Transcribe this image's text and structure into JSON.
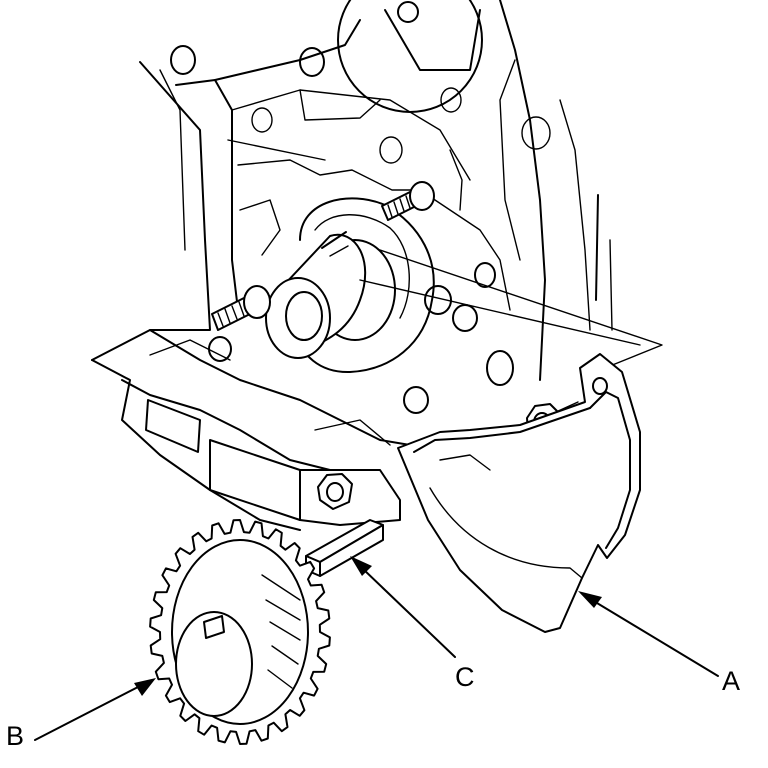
{
  "callouts": {
    "a": {
      "letter": "A",
      "part": "timing-belt-guide-plate"
    },
    "b": {
      "letter": "B",
      "part": "crankshaft-sprocket"
    },
    "c": {
      "letter": "C",
      "part": "woodruff-key"
    }
  },
  "colors": {
    "line": "#000000",
    "background": "#ffffff"
  }
}
